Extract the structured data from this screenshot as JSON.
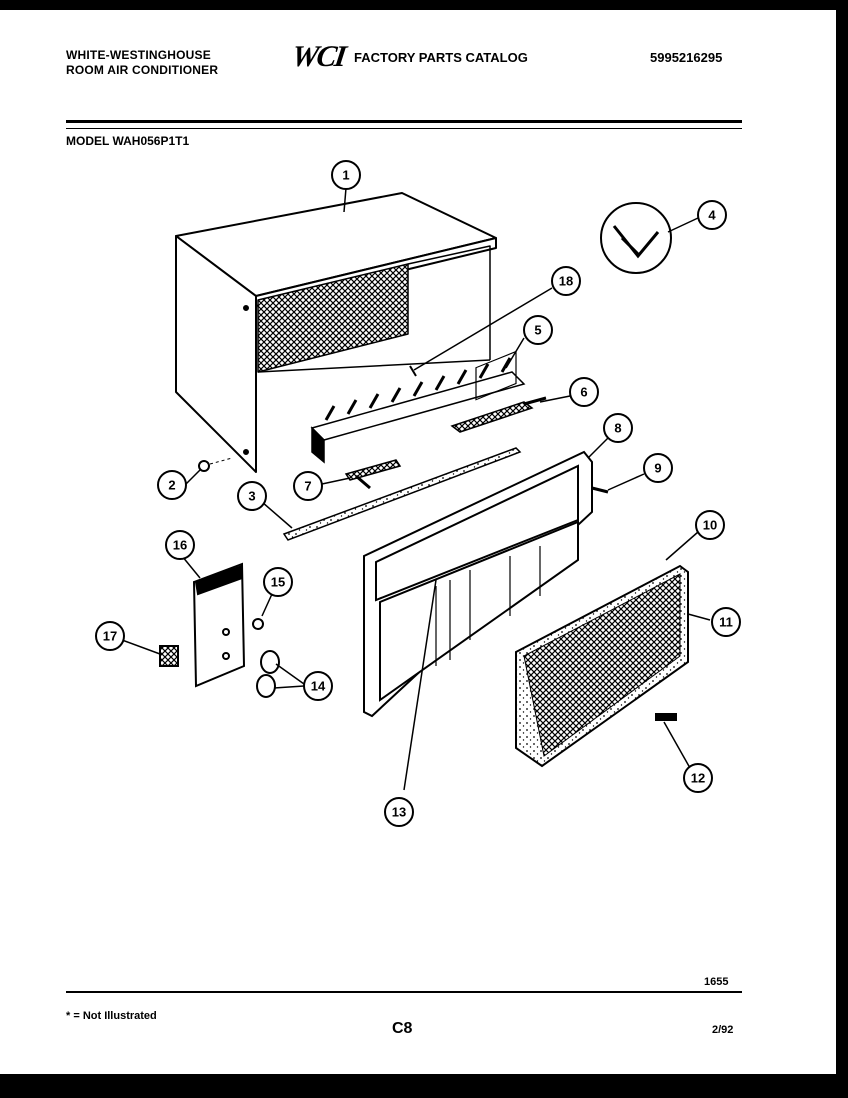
{
  "header": {
    "brand_line1": "WHITE-WESTINGHOUSE",
    "brand_line2": "ROOM AIR CONDITIONER",
    "logo_text": "WCI",
    "catalog_title": "FACTORY PARTS CATALOG",
    "catalog_number": "5995216295",
    "model": "MODEL WAH056P1T1"
  },
  "callouts": [
    "1",
    "2",
    "3",
    "4",
    "5",
    "6",
    "7",
    "8",
    "9",
    "10",
    "11",
    "12",
    "13",
    "14",
    "15",
    "16",
    "17",
    "18"
  ],
  "footer": {
    "figure_number": "1655",
    "footnote": "* = Not Illustrated",
    "page_code": "C8",
    "date": "2/92"
  }
}
